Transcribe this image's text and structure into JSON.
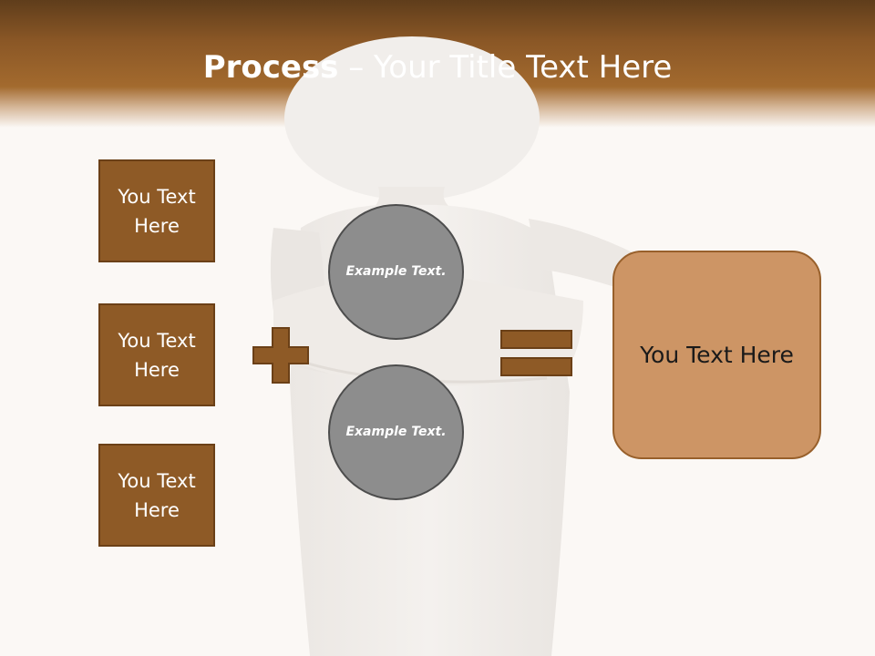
{
  "slide": {
    "title_bold": "Process",
    "title_rest": " – Your Title Text Here",
    "boxes": [
      {
        "label": "You Text Here"
      },
      {
        "label": "You Text Here"
      },
      {
        "label": "You Text Here"
      }
    ],
    "circles": [
      {
        "label": "Example Text."
      },
      {
        "label": "Example Text."
      }
    ],
    "result_label": "You Text Here"
  },
  "colors": {
    "header_brown": "#8a5726",
    "box_fill": "#8e5a26",
    "circle_fill": "#8d8d8d",
    "result_fill": "#cd9565",
    "background": "#fbf8f5"
  },
  "icons": {
    "plus": "plus-icon",
    "equals": "equals-icon",
    "figure": "3d-person-figure"
  }
}
